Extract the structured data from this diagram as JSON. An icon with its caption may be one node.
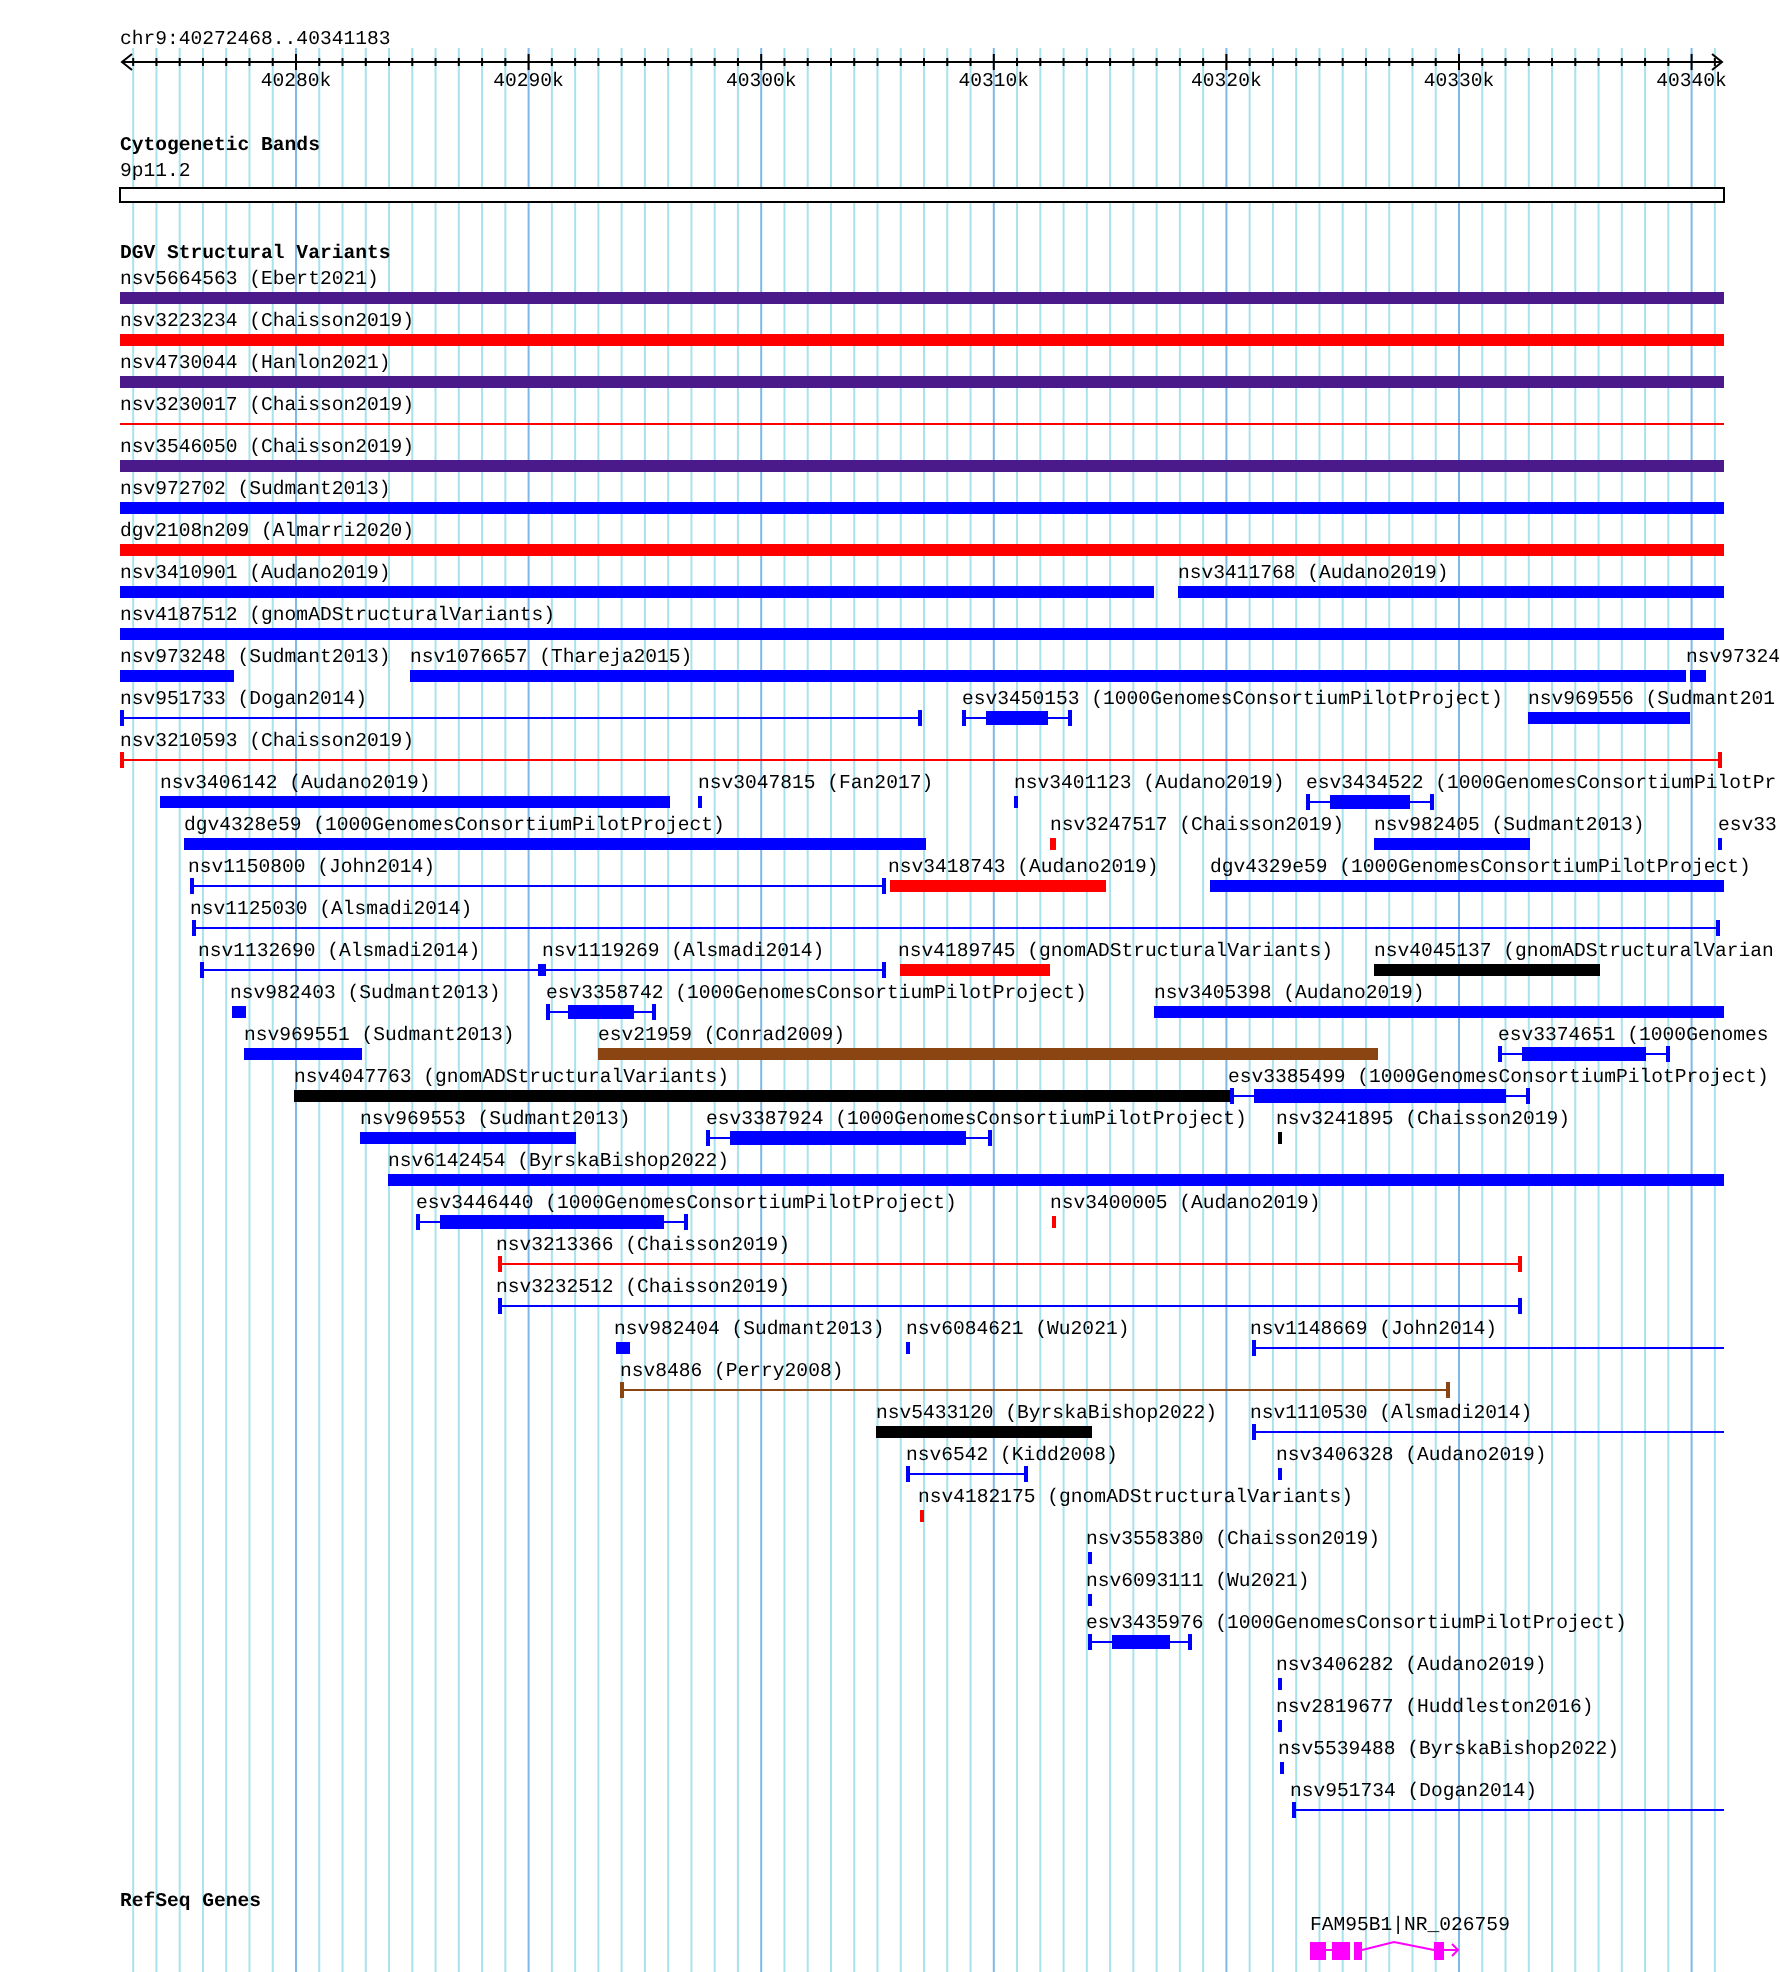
{
  "diagram": {
    "labels": [
      "chr9:40272468..40341183",
      "40280k",
      "40290k",
      "40300k",
      "40310k",
      "40320k",
      "40330k",
      "40340k",
      "Cytogenetic Bands",
      "9p11.2",
      "DGV Structural Variants",
      "nsv5664563 (Ebert2021)",
      "nsv3223234 (Chaisson2019)",
      "nsv4730044 (Hanlon2021)",
      "nsv3230017 (Chaisson2019)",
      "nsv3546050 (Chaisson2019)",
      "nsv972702 (Sudmant2013)",
      "dgv2108n209 (Almarri2020)",
      "nsv3410901 (Audano2019)",
      "nsv3411768 (Audano2019)",
      "nsv4187512 (gnomADStructuralVariants)",
      "nsv973248 (Sudmant2013)",
      "nsv1076657 (Thareja2015)",
      "nsv97324",
      "nsv951733 (Dogan2014)",
      "esv3450153 (1000GenomesConsortiumPilotProject)",
      "nsv969556 (Sudmant201",
      "nsv3210593 (Chaisson2019)",
      "nsv3406142 (Audano2019)",
      "nsv3047815 (Fan2017)",
      "nsv3401123 (Audano2019)",
      "esv3434522 (1000GenomesConsortiumPilotPr",
      "dgv4328e59 (1000GenomesConsortiumPilotProject)",
      "nsv3247517 (Chaisson2019)",
      "nsv982405 (Sudmant2013)",
      "esv33",
      "nsv1150800 (John2014)",
      "nsv3418743 (Audano2019)",
      "dgv4329e59 (1000GenomesConsortiumPilotProject)",
      "nsv1125030 (Alsmadi2014)",
      "nsv1132690 (Alsmadi2014)",
      "nsv1119269 (Alsmadi2014)",
      "nsv4189745 (gnomADStructuralVariants)",
      "nsv4045137 (gnomADStructuralVarian",
      "nsv982403 (Sudmant2013)",
      "esv3358742 (1000GenomesConsortiumPilotProject)",
      "nsv3405398 (Audano2019)",
      "nsv969551 (Sudmant2013)",
      "esv21959 (Conrad2009)",
      "esv3374651 (1000Genomes",
      "nsv4047763 (gnomADStructuralVariants)",
      "esv3385499 (1000GenomesConsortiumPilotProject)",
      "nsv969553 (Sudmant2013)",
      "esv3387924 (1000GenomesConsortiumPilotProject)",
      "nsv3241895 (Chaisson2019)",
      "nsv6142454 (ByrskaBishop2022)",
      "esv3446440 (1000GenomesConsortiumPilotProject)",
      "nsv3400005 (Audano2019)",
      "nsv3213366 (Chaisson2019)",
      "nsv3232512 (Chaisson2019)",
      "nsv982404 (Sudmant2013)",
      "nsv6084621 (Wu2021)",
      "nsv1148669 (John2014)",
      "nsv8486 (Perry2008)",
      "nsv5433120 (ByrskaBishop2022)",
      "nsv1110530 (Alsmadi2014)",
      "nsv6542 (Kidd2008)",
      "nsv3406328 (Audano2019)",
      "nsv4182175 (gnomADStructuralVariants)",
      "nsv3558380 (Chaisson2019)",
      "nsv6093111 (Wu2021)",
      "esv3435976 (1000GenomesConsortiumPilotProject)",
      "nsv3406282 (Audano2019)",
      "nsv2819677 (Huddleston2016)",
      "nsv5539488 (ByrskaBishop2022)",
      "nsv951734 (Dogan2014)",
      "RefSeq Genes",
      "FAM95B1|NR_026759"
    ]
  }
}
